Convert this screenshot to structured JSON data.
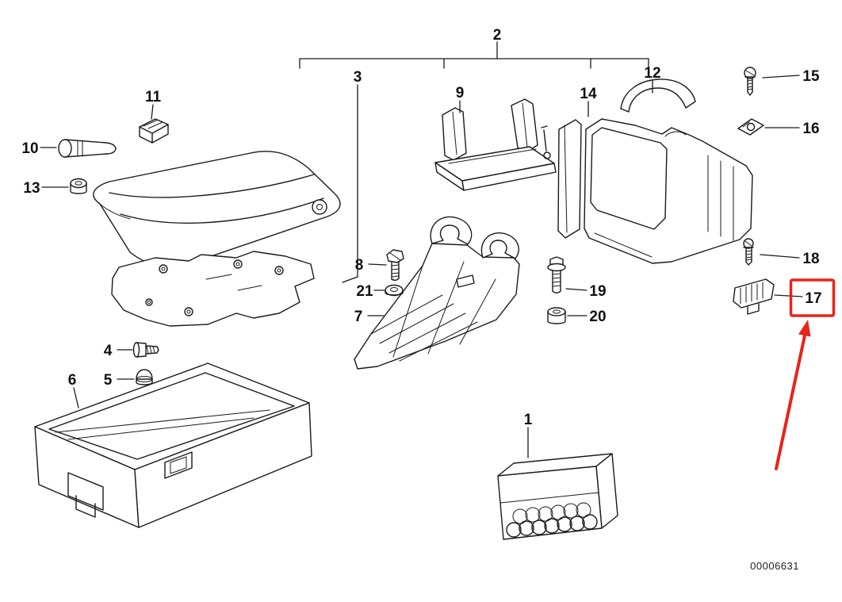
{
  "diagram": {
    "code": "00006631",
    "highlighted_part": "17",
    "colors": {
      "line": "#1a1a1a",
      "highlight": "#e8231a",
      "background": "#ffffff"
    },
    "callouts": {
      "1": "1",
      "2": "2",
      "3": "3",
      "4": "4",
      "5": "5",
      "6": "6",
      "7": "7",
      "8": "8",
      "9": "9",
      "10": "10",
      "11": "11",
      "12": "12",
      "13": "13",
      "14": "14",
      "15": "15",
      "16": "16",
      "17": "17",
      "18": "18",
      "19": "19",
      "20": "20",
      "21": "21"
    }
  }
}
